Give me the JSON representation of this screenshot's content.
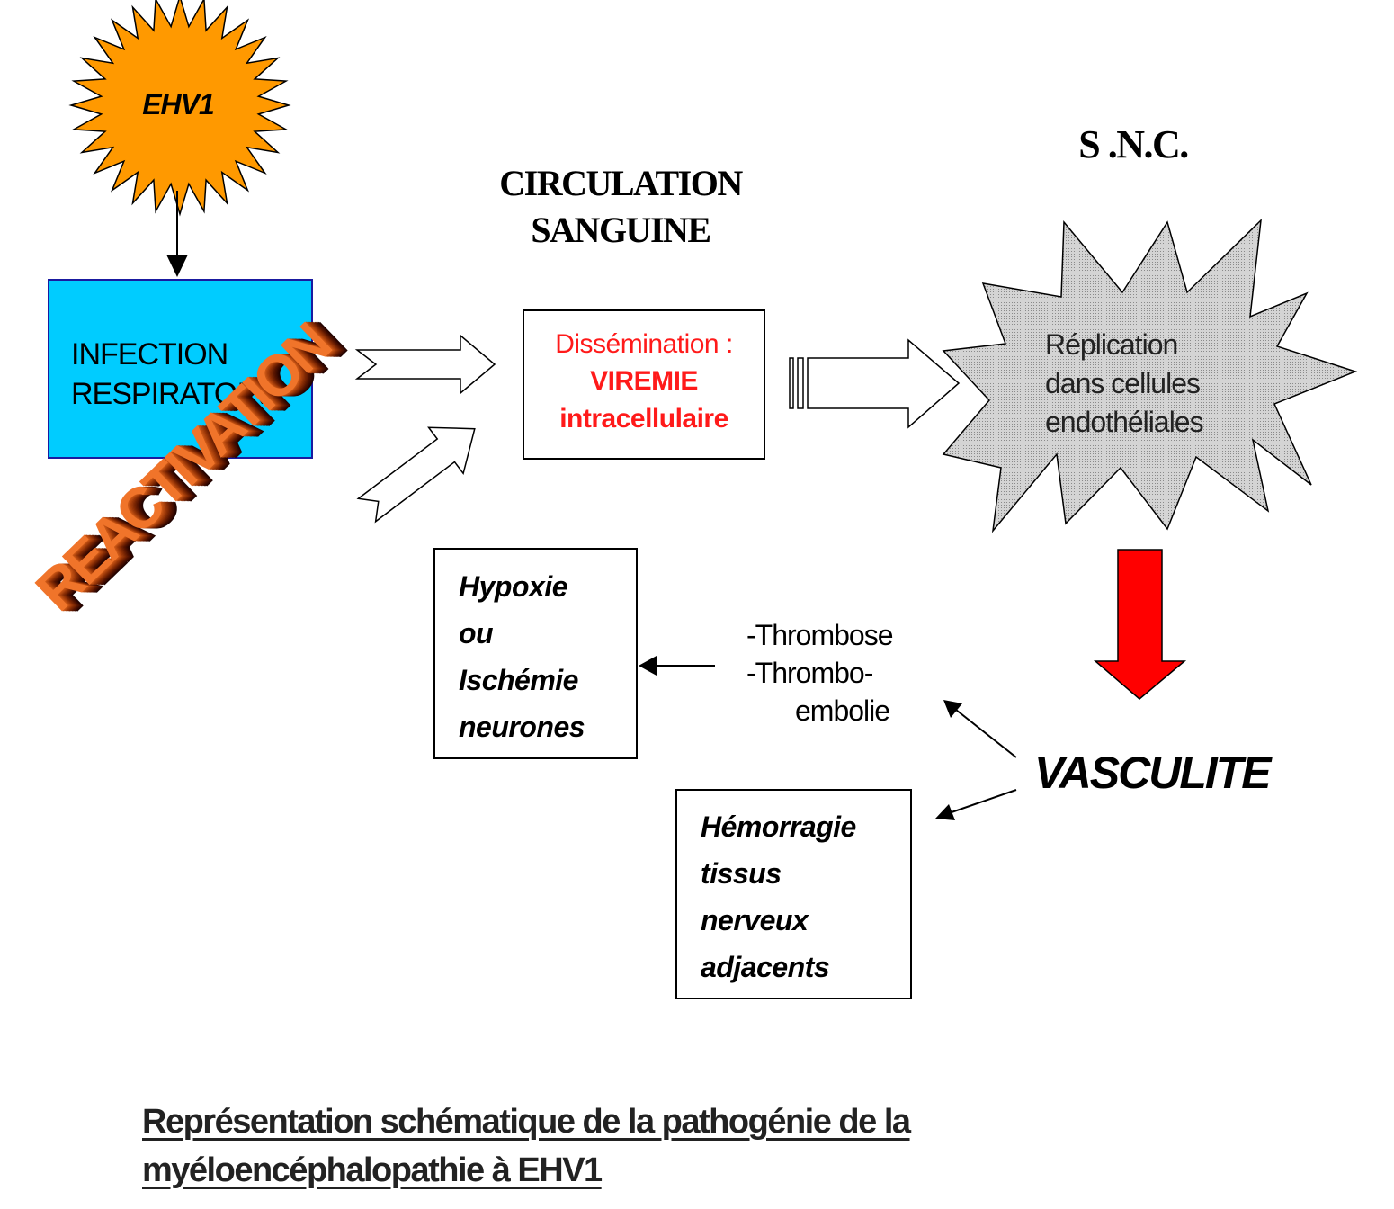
{
  "virus_label": "EHV1",
  "infection_box": {
    "line1": "INFECTION",
    "line2": "RESPIRATOIRE"
  },
  "reactivation": "REACTIVATION",
  "circulation": {
    "line1": "CIRCULATION",
    "line2": "SANGUINE"
  },
  "dissemination_box": {
    "line1": "Dissémination :",
    "line2": "VIREMIE",
    "line3": "intracellulaire"
  },
  "snc_heading": "S .N.C.",
  "replication": {
    "line1": "Réplication",
    "line2": "dans cellules",
    "line3": "endothéliales"
  },
  "vasculite": "VASCULITE",
  "thrombose": {
    "line1": "-Thrombose",
    "line2": "-Thrombo-",
    "line3": "embolie"
  },
  "hypoxie_box": {
    "line1": "Hypoxie",
    "line2": "ou",
    "line3": "Ischémie",
    "line4": "neurones"
  },
  "hemorragie_box": {
    "line1": "Hémorragie",
    "line2": "tissus",
    "line3": "nerveux",
    "line4": "adjacents"
  },
  "caption": {
    "line1": "Représentation schématique de la pathogénie de la",
    "line2": "myéloencéphalopathie à EHV1"
  },
  "colors": {
    "burst_orange": "#ff9900",
    "infection_blue": "#00ccff",
    "viremia_red": "#ff1a1a",
    "snc_gray": "#c8c8c8",
    "vasculite_arrow_red": "#ff0000",
    "reactivation_orange": "#f0742a"
  }
}
